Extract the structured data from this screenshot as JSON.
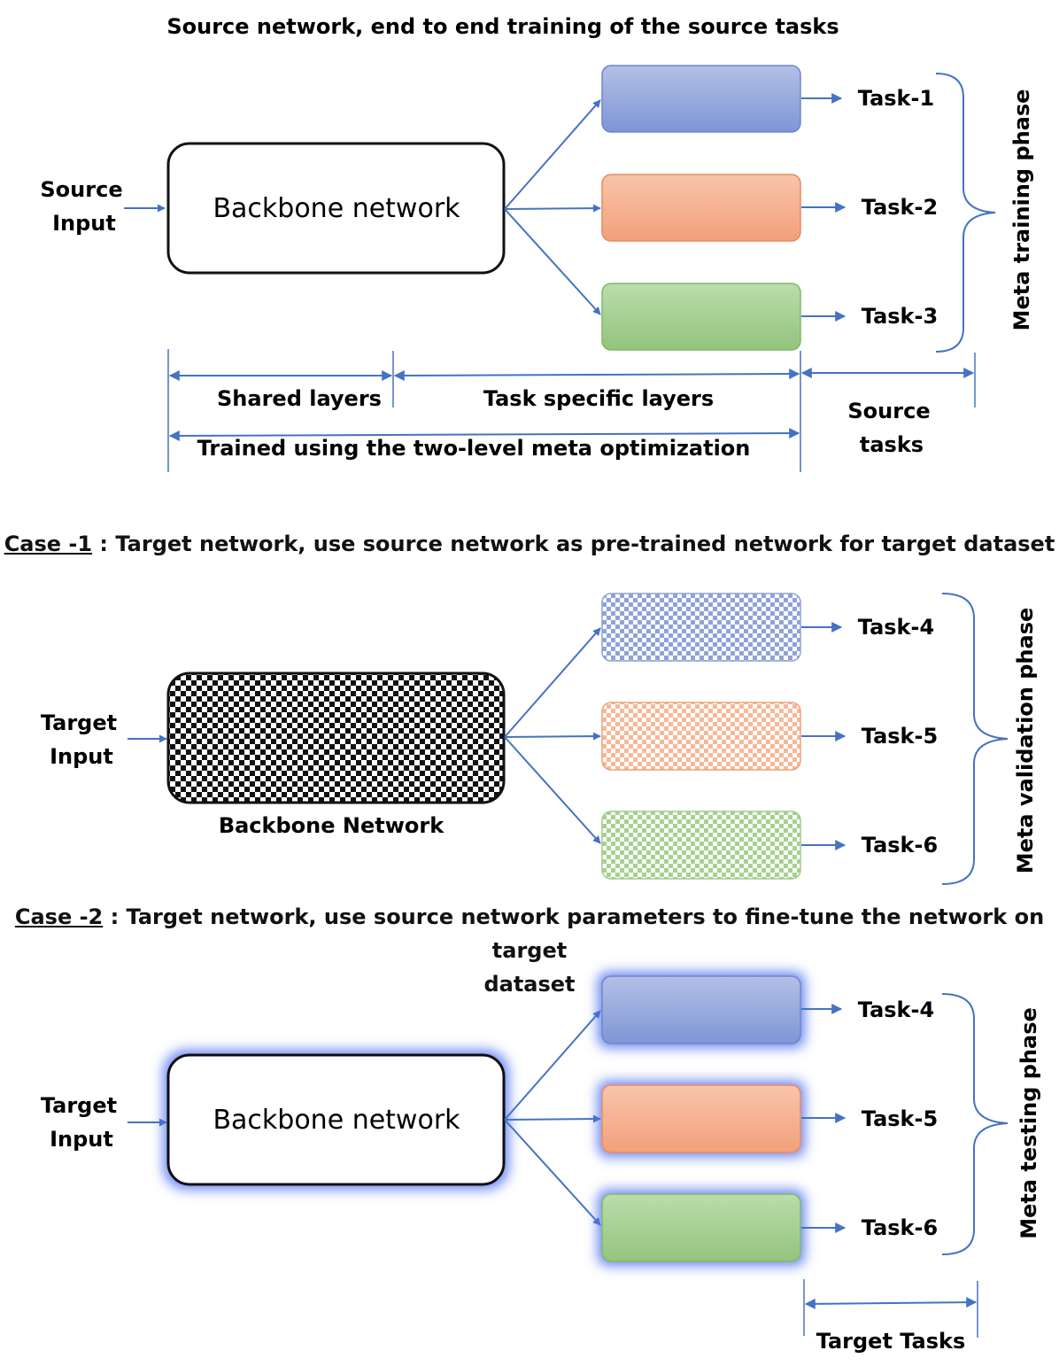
{
  "section1": {
    "title": "Source network, end to end training of the source tasks",
    "input_label": [
      "Source",
      "Input"
    ],
    "backbone_label": "Backbone network",
    "tasks": [
      "Task-1",
      "Task-2",
      "Task-3"
    ],
    "phase_label": "Meta training phase",
    "shared_layers": "Shared layers",
    "task_specific_layers": "Task specific layers",
    "trained_note": "Trained using the two-level meta optimization",
    "source_tasks": [
      "Source",
      "tasks"
    ]
  },
  "section2": {
    "case_label": "Case -1",
    "title_rest": " :  Target network, use source network as pre-trained network for target dataset",
    "input_label": [
      "Target",
      "Input"
    ],
    "backbone_caption": "Backbone Network",
    "tasks": [
      "Task-4",
      "Task-5",
      "Task-6"
    ],
    "phase_label": "Meta validation phase"
  },
  "section3": {
    "case_label": "Case -2",
    "title_rest": " : Target network, use source network parameters to fine-tune the network on target",
    "title_line2": "dataset",
    "input_label": [
      "Target",
      "Input"
    ],
    "backbone_label": "Backbone network",
    "tasks": [
      "Task-4",
      "Task-5",
      "Task-6"
    ],
    "phase_label": "Meta  testing phase",
    "target_tasks": "Target Tasks"
  },
  "colors": {
    "arrow": "#4472c4",
    "blue": "#8fa2d8",
    "orange": "#f4a883",
    "green": "#9fcb8a",
    "glow": "#4a6ff0"
  }
}
